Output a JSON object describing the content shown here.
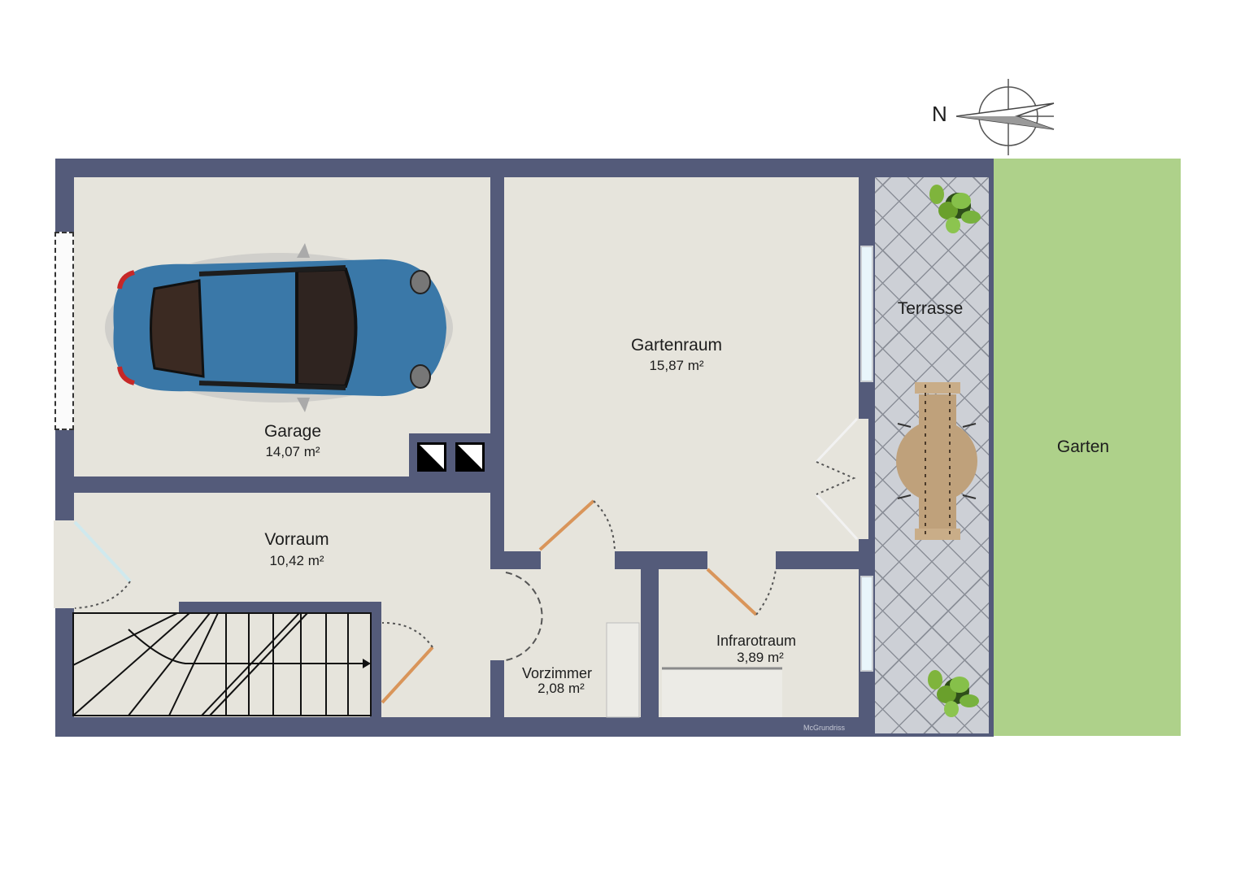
{
  "plan": {
    "title": "Floor plan",
    "compass": {
      "label": "N",
      "direction": "left"
    },
    "watermark": "McGrundriss",
    "colors": {
      "wall": "#545b7a",
      "floor": "#e6e4dc",
      "terrace": "#cdd0d6",
      "garden": "#aed18a",
      "car": "#3a78a8",
      "door_wood": "#d9955a"
    },
    "rooms": [
      {
        "id": "garage",
        "name": "Garage",
        "area": "14,07 m²"
      },
      {
        "id": "gartenraum",
        "name": "Gartenraum",
        "area": "15,87 m²"
      },
      {
        "id": "terrasse",
        "name": "Terrasse",
        "area": ""
      },
      {
        "id": "garten",
        "name": "Garten",
        "area": ""
      },
      {
        "id": "vorraum",
        "name": "Vorraum",
        "area": "10,42 m²"
      },
      {
        "id": "vorzimmer",
        "name": "Vorzimmer",
        "area": "2,08 m²"
      },
      {
        "id": "infrarotraum",
        "name": "Infrarotraum",
        "area": "3,89 m²"
      }
    ],
    "furniture": [
      {
        "type": "car",
        "room": "Garage"
      },
      {
        "type": "technical-boxes",
        "room": "Garage",
        "count": 2
      },
      {
        "type": "staircase",
        "room": "Vorraum"
      },
      {
        "type": "round-table-with-chairs",
        "room": "Terrasse"
      },
      {
        "type": "plant",
        "room": "Terrasse",
        "count": 2
      }
    ]
  }
}
